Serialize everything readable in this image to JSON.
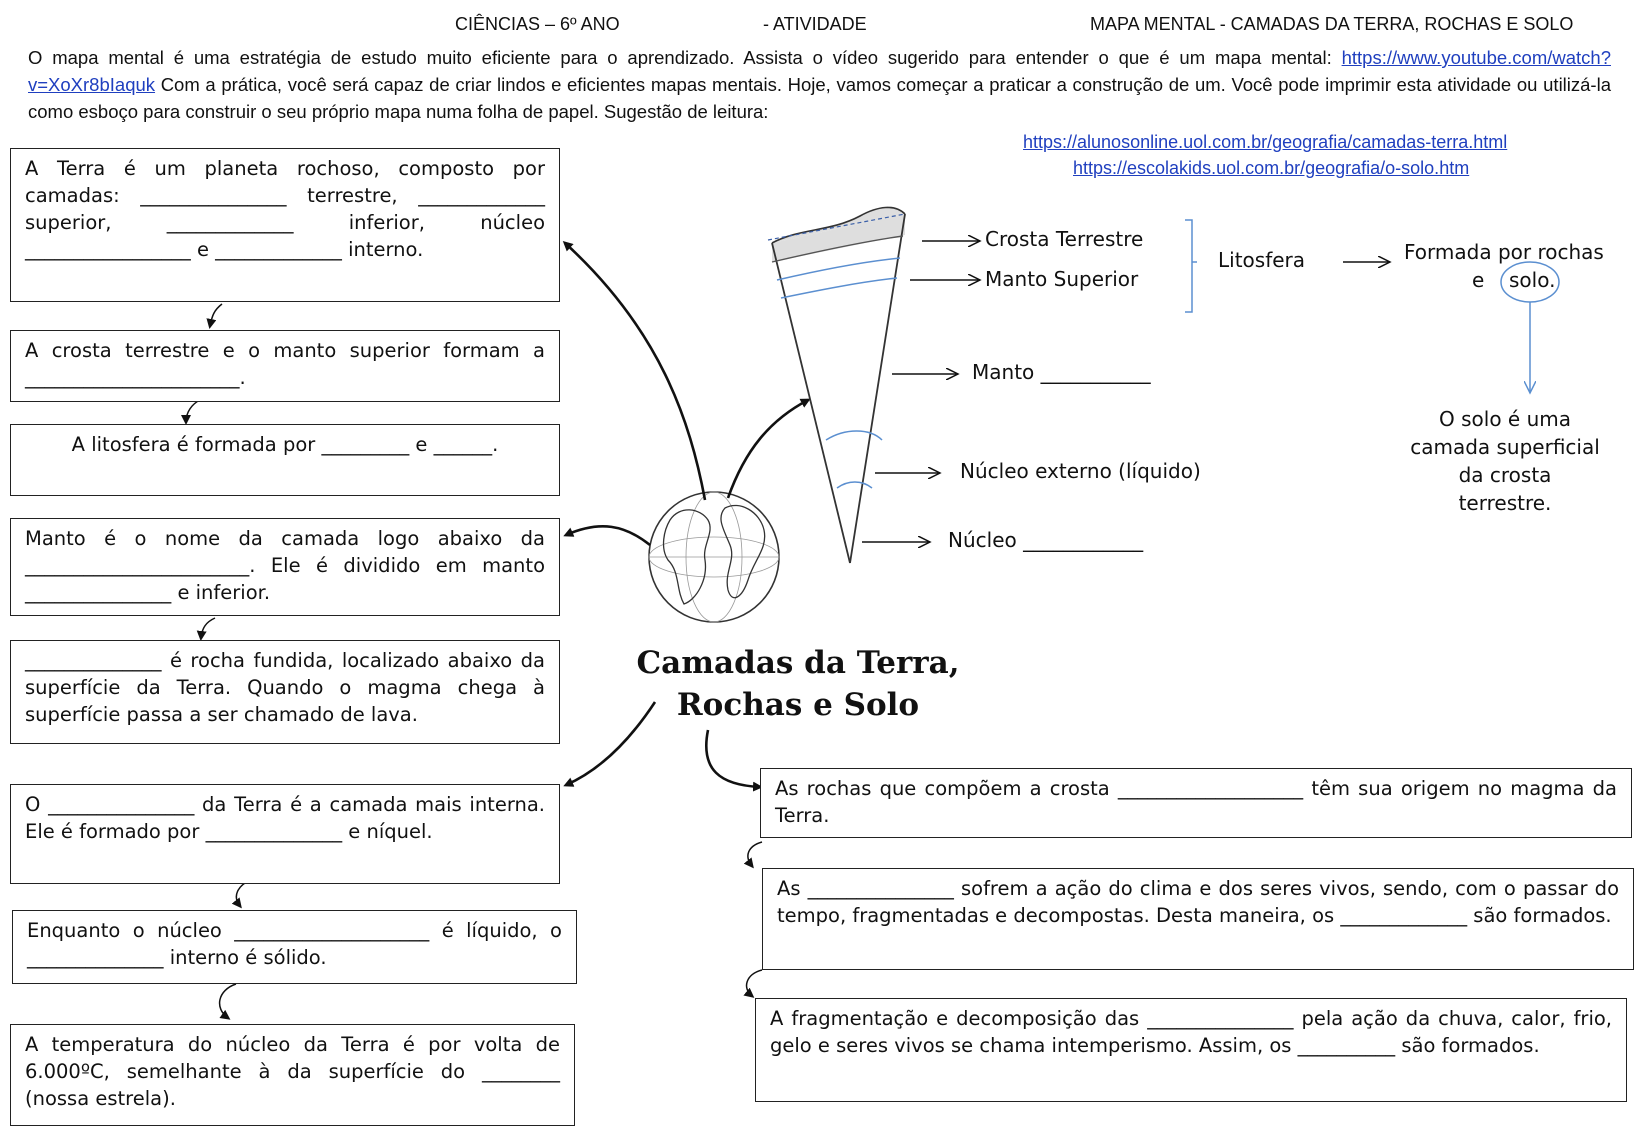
{
  "header": {
    "subject": "CIÊNCIAS – 6º ANO",
    "activity": "-  ATIVIDADE",
    "topic": "MAPA MENTAL - CAMADAS DA TERRA, ROCHAS E SOLO"
  },
  "intro": {
    "text_before_link": "O mapa mental é uma estratégia de estudo muito eficiente para o aprendizado. Assista o vídeo sugerido para entender o que é um mapa mental: ",
    "video_link": "https://www.youtube.com/watch?v=XoXr8bIaquk",
    "text_after_link": " Com a prática, você será capaz de criar lindos e eficientes mapas mentais. Hoje, vamos começar a praticar a construção de um. Você pode imprimir esta atividade ou utilizá-la como esboço para construir o seu próprio mapa numa folha de papel. Sugestão de leitura:",
    "reading_link_1": "https://alunosonline.uol.com.br/geografia/camadas-terra.html",
    "reading_link_2": "https://escolakids.uol.com.br/geografia/o-solo.htm"
  },
  "left_boxes": [
    "A Terra é um planeta rochoso, composto por camadas: _______________ terrestre, _____________ superior, _____________ inferior, núcleo _________________ e _____________ interno.",
    "A crosta terrestre e o manto superior formam a ______________________.",
    "A litosfera é formada por _________ e ______.",
    "Manto é o nome da camada logo abaixo da _______________________. Ele é dividido em manto _______________ e inferior.",
    "______________ é rocha fundida, localizado abaixo da superfície da Terra.  Quando o magma chega à superfície passa a ser chamado de lava.",
    "O _______________ da Terra é a camada mais interna. Ele é formado por ______________ e níquel.",
    "Enquanto o núcleo ____________________ é líquido, o ______________ interno é sólido.",
    "A temperatura do núcleo da Terra é por volta de 6.000ºC, semelhante à da superfície do ________ (nossa estrela)."
  ],
  "right_boxes": [
    "As rochas que compõem a crosta ___________________ têm sua origem no magma da Terra.",
    "As _______________ sofrem a ação do clima e dos seres vivos, sendo, com o passar do tempo, fragmentadas e decompostas. Desta maneira, os _____________ são formados.",
    "A fragmentação e decomposição das _______________ pela ação da chuva, calor, frio, gelo e seres vivos se chama intemperismo. Assim, os __________ são formados."
  ],
  "diagram": {
    "crust": "Crosta Terrestre",
    "upper_mantle": "Manto Superior",
    "lithosphere": "Litosfera",
    "lithosphere_note_1": "Formada por rochas",
    "lithosphere_note_2": "e",
    "soil_word": "solo.",
    "soil_note": [
      "O solo é uma",
      "camada superficial",
      "da crosta",
      "terrestre."
    ],
    "mantle": "Manto ___________",
    "outer_core": "Núcleo externo (líquido)",
    "core": "Núcleo ____________"
  },
  "title": [
    "Camadas da Terra,",
    "Rochas e Solo"
  ]
}
